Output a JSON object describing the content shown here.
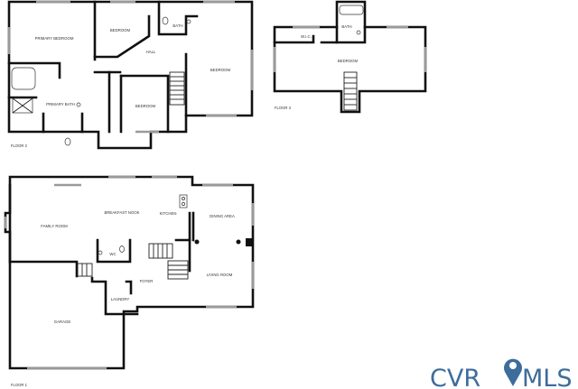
{
  "floors": {
    "floor2_left": {
      "label": "FLOOR 2",
      "rooms": {
        "primary_bedroom": "PRIMARY BEDROOM",
        "bedroom_a": "BEDROOM",
        "bath": "BATH",
        "bedroom_b": "BEDROOM",
        "hall": "HALL",
        "primary_bath": "PRIMARY BATH",
        "bedroom_c": "BEDROOM"
      }
    },
    "floor3": {
      "label": "FLOOR 3",
      "rooms": {
        "wic": "W.I.C.",
        "bath": "BATH",
        "bedroom": "BEDROOM"
      }
    },
    "floor1": {
      "label": "FLOOR 1",
      "rooms": {
        "family_room": "FAMILY ROOM",
        "breakfast_nook": "BREAKFAST NOOK",
        "kitchen": "KITCHEN",
        "dining_area": "DINING AREA",
        "wc": "WC",
        "foyer": "FOYER",
        "living_room": "LIVING ROOM",
        "laundry": "LAUNDRY",
        "garage": "GARAGE"
      }
    }
  },
  "logo": {
    "letters_left": "CVR",
    "letters_right": "MLS",
    "pin_icon": "map-pin-icon",
    "color": "#3d6d9c"
  }
}
